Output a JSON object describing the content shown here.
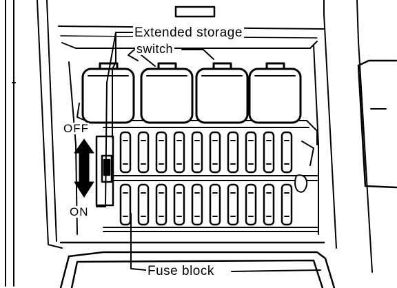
{
  "labels": {
    "extended_storage": "Extended storage",
    "switch": "switch",
    "off": "OFF",
    "on": "ON",
    "fuse_block": "Fuse block"
  },
  "counts": {
    "relays": 4,
    "fuses_per_row": 10,
    "fuse_rows": 2
  },
  "colors": {
    "ink": "#000000",
    "paper": "#ffffff"
  }
}
